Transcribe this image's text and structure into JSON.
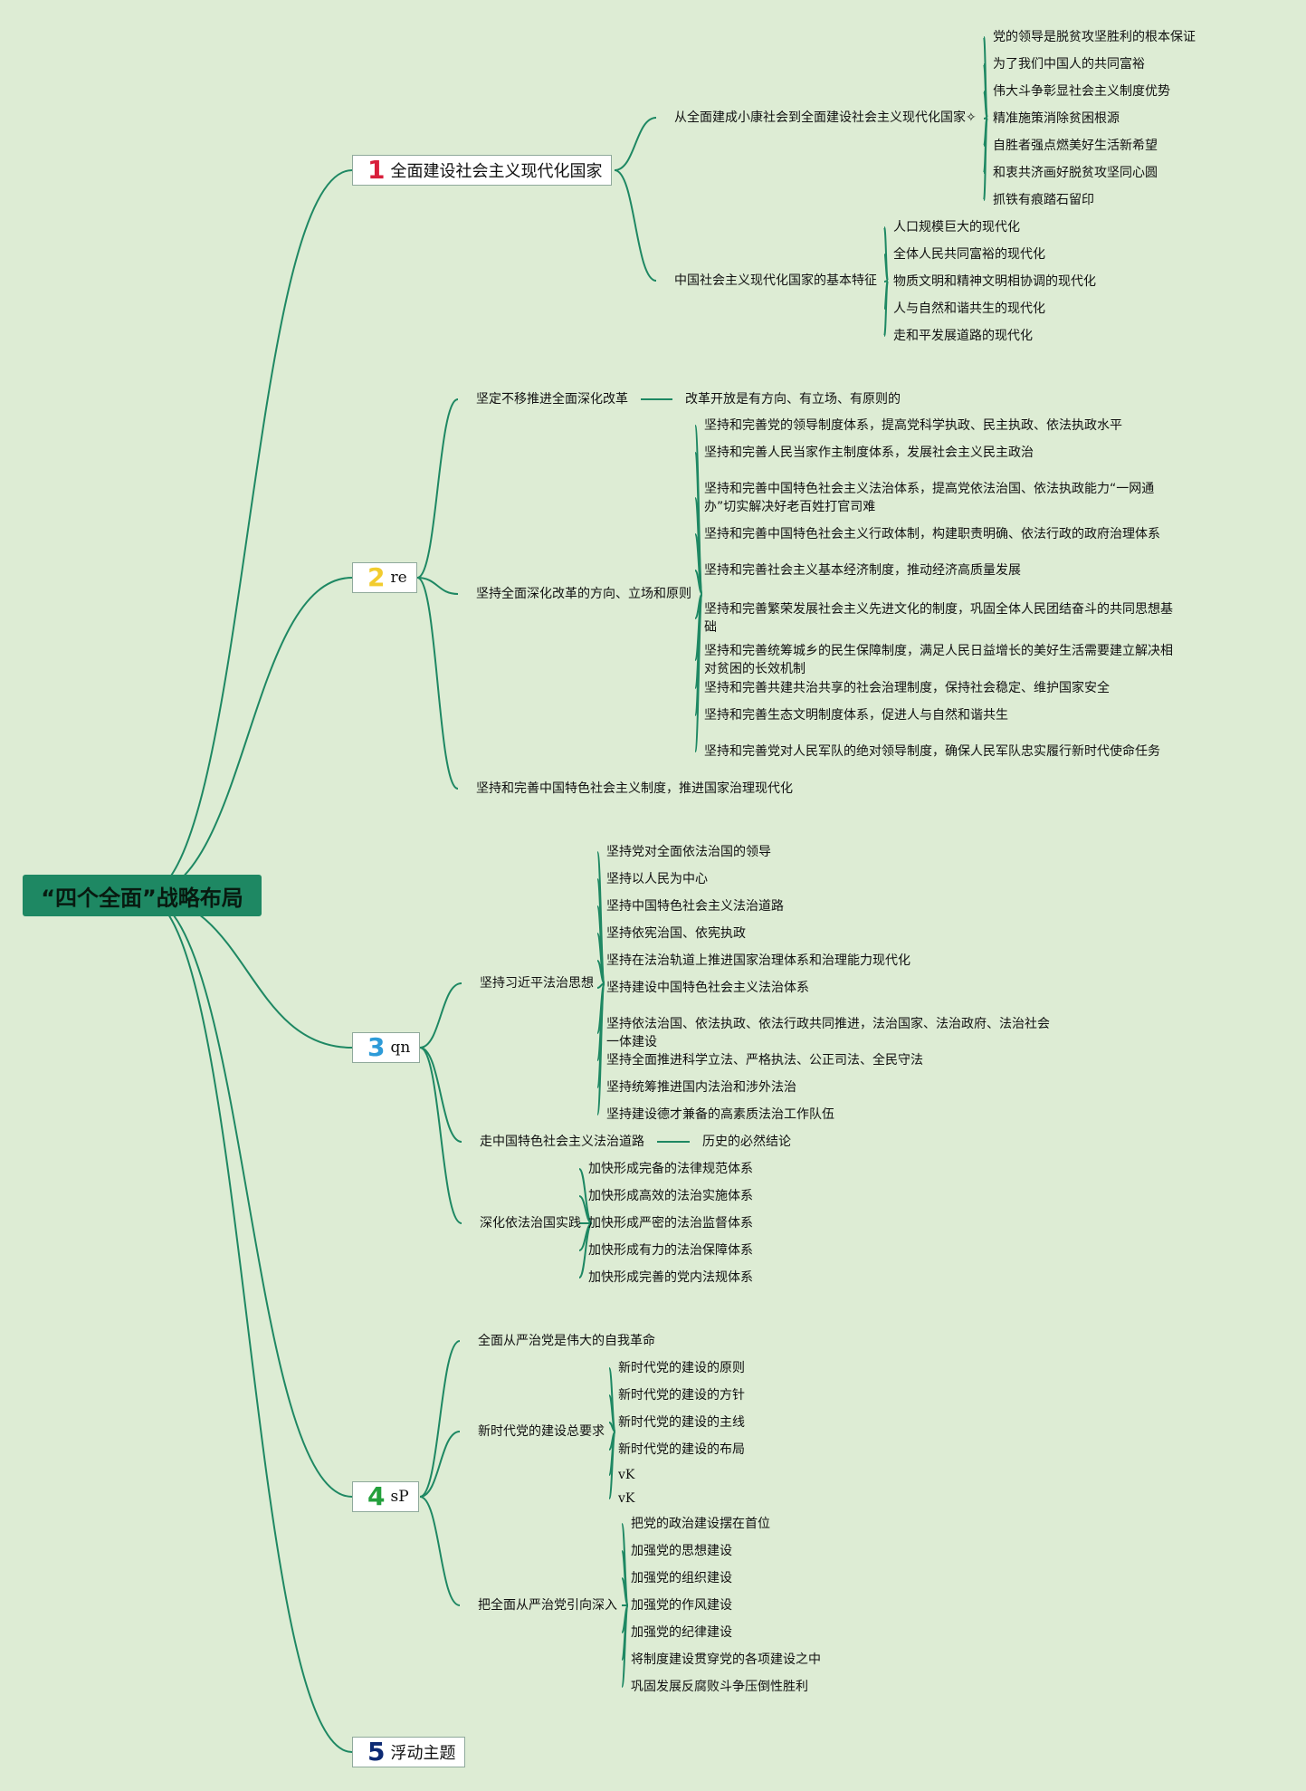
{
  "root": "“四个全面”战略布局",
  "colors": {
    "background": "#ddecd4",
    "root_bg": "#1e8863",
    "edge": "#1e8863",
    "num1": "#d81e3a",
    "num2": "#f2cc2e",
    "num3": "#2d9bd8",
    "num4": "#23a03c",
    "num5": "#0d2a73"
  },
  "branches": [
    {
      "num": "1",
      "label": "全面建设社会主义现代化国家",
      "children": [
        {
          "label": "从全面建成小康社会到全面建设社会主义现代化国家✧",
          "children": [
            "党的领导是脱贫攻坚胜利的根本保证",
            "为了我们中国人的共同富裕",
            "伟大斗争彰显社会主义制度优势",
            "精准施策消除贫困根源",
            "自胜者强点燃美好生活新希望",
            "和衷共济画好脱贫攻坚同心圆",
            "抓铁有痕踏石留印"
          ]
        },
        {
          "label": "中国社会主义现代化国家的基本特征",
          "children": [
            "人口规模巨大的现代化",
            "全体人民共同富裕的现代化",
            "物质文明和精神文明相协调的现代化",
            "人与自然和谐共生的现代化",
            "走和平发展道路的现代化"
          ]
        }
      ]
    },
    {
      "num": "2",
      "label": "re",
      "children": [
        {
          "label": "坚定不移推进全面深化改革",
          "children": [
            "改革开放是有方向、有立场、有原则的"
          ]
        },
        {
          "label": "坚持全面深化改革的方向、立场和原则",
          "children": [
            "坚持和完善党的领导制度体系，提高党科学执政、民主执政、依法执政水平",
            "坚持和完善人民当家作主制度体系，发展社会主义民主政治",
            "坚持和完善中国特色社会主义法治体系，提高党依法治国、依法执政能力“一网通办”切实解决好老百姓打官司难",
            "坚持和完善中国特色社会主义行政体制，构建职责明确、依法行政的政府治理体系",
            "坚持和完善社会主义基本经济制度，推动经济高质量发展",
            "坚持和完善繁荣发展社会主义先进文化的制度，巩固全体人民团结奋斗的共同思想基础",
            "坚持和完善统筹城乡的民生保障制度，满足人民日益增长的美好生活需要建立解决相对贫困的长效机制",
            "坚持和完善共建共治共享的社会治理制度，保持社会稳定、维护国家安全",
            "坚持和完善生态文明制度体系，促进人与自然和谐共生",
            "坚持和完善党对人民军队的绝对领导制度，确保人民军队忠实履行新时代使命任务"
          ]
        },
        {
          "label": "坚持和完善中国特色社会主义制度，推进国家治理现代化",
          "children": []
        }
      ]
    },
    {
      "num": "3",
      "label": "qn",
      "children": [
        {
          "label": "坚持习近平法治思想",
          "children": [
            "坚持党对全面依法治国的领导",
            "坚持以人民为中心",
            "坚持中国特色社会主义法治道路",
            "坚持依宪治国、依宪执政",
            "坚持在法治轨道上推进国家治理体系和治理能力现代化",
            "坚持建设中国特色社会主义法治体系",
            "坚持依法治国、依法执政、依法行政共同推进，法治国家、法治政府、法治社会一体建设",
            "坚持全面推进科学立法、严格执法、公正司法、全民守法",
            "坚持统筹推进国内法治和涉外法治",
            "坚持建设德才兼备的高素质法治工作队伍"
          ]
        },
        {
          "label": "走中国特色社会主义法治道路",
          "children": [
            "历史的必然结论"
          ]
        },
        {
          "label": "深化依法治国实践",
          "children": [
            "加快形成完备的法律规范体系",
            "加快形成高效的法治实施体系",
            "加快形成严密的法治监督体系",
            "加快形成有力的法治保障体系",
            "加快形成完善的党内法规体系"
          ]
        }
      ]
    },
    {
      "num": "4",
      "label": "sP",
      "children": [
        {
          "label": "全面从严治党是伟大的自我革命",
          "children": []
        },
        {
          "label": "新时代党的建设总要求",
          "children": [
            "新时代党的建设的原则",
            "新时代党的建设的方针",
            "新时代党的建设的主线",
            "新时代党的建设的布局",
            "vK",
            "vK"
          ]
        },
        {
          "label": "把全面从严治党引向深入",
          "children": [
            "把党的政治建设摆在首位",
            "加强党的思想建设",
            "加强党的组织建设",
            "加强党的作风建设",
            "加强党的纪律建设",
            "将制度建设贯穿党的各项建设之中",
            "巩固发展反腐败斗争压倒性胜利"
          ]
        }
      ]
    },
    {
      "num": "5",
      "label": "浮动主题",
      "children": []
    }
  ]
}
